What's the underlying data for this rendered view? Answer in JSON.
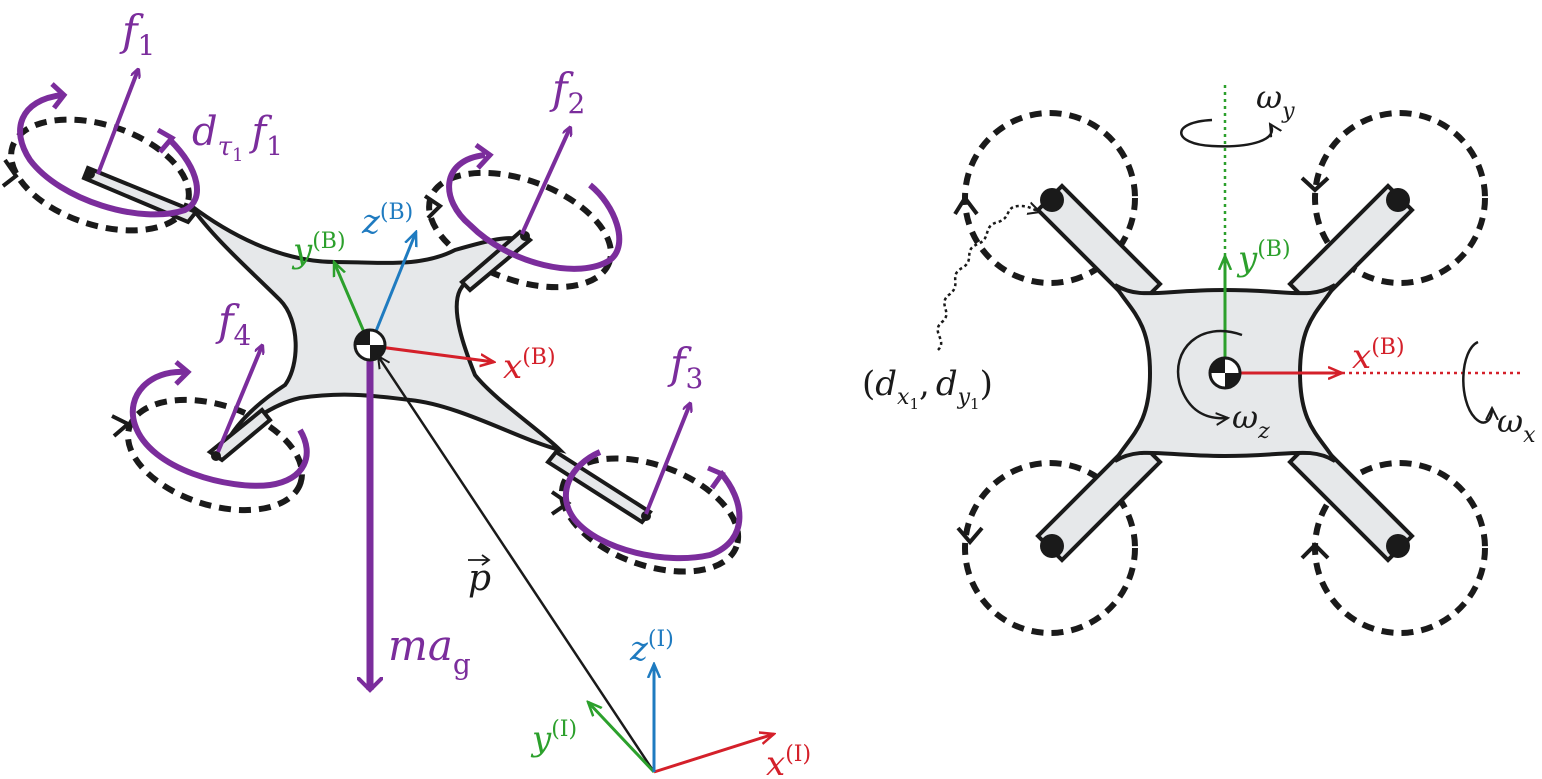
{
  "colors": {
    "purple": "#7b2d9c",
    "red": "#d4202a",
    "green": "#2ca02c",
    "blue": "#1f7bc0",
    "black": "#1a1a1a",
    "body_fill": "#e6e8ea"
  },
  "left": {
    "forces": {
      "f1": {
        "base": "f",
        "sub": "1"
      },
      "f2": {
        "base": "f",
        "sub": "2"
      },
      "f3": {
        "base": "f",
        "sub": "3"
      },
      "f4": {
        "base": "f",
        "sub": "4"
      }
    },
    "torque_label": {
      "d": "d",
      "tau": "τ",
      "tau_sub": "1",
      "f": "f",
      "f_sub": "1"
    },
    "gravity_label": {
      "base": "ma",
      "sub": "g"
    },
    "position_label": "p",
    "body_axes": {
      "x": {
        "base": "x",
        "sup": "(B)"
      },
      "y": {
        "base": "y",
        "sup": "(B)"
      },
      "z": {
        "base": "z",
        "sup": "(B)"
      }
    },
    "inertial_axes": {
      "x": {
        "base": "x",
        "sup": "(I)"
      },
      "y": {
        "base": "y",
        "sup": "(I)"
      },
      "z": {
        "base": "z",
        "sup": "(I)"
      }
    }
  },
  "right": {
    "body_axes": {
      "x": {
        "base": "x",
        "sup": "(B)"
      },
      "y": {
        "base": "y",
        "sup": "(B)"
      }
    },
    "omega_x": {
      "base": "ω",
      "sub": "x"
    },
    "omega_y": {
      "base": "ω",
      "sub": "y"
    },
    "omega_z": {
      "base": "ω",
      "sub": "z"
    },
    "offset_label": {
      "open": "(",
      "dx": "d",
      "dx_sub": "x",
      "dx_subsub": "1",
      "comma": ",",
      "dy": "d",
      "dy_sub": "y",
      "dy_subsub": "1",
      "close": ")"
    }
  }
}
